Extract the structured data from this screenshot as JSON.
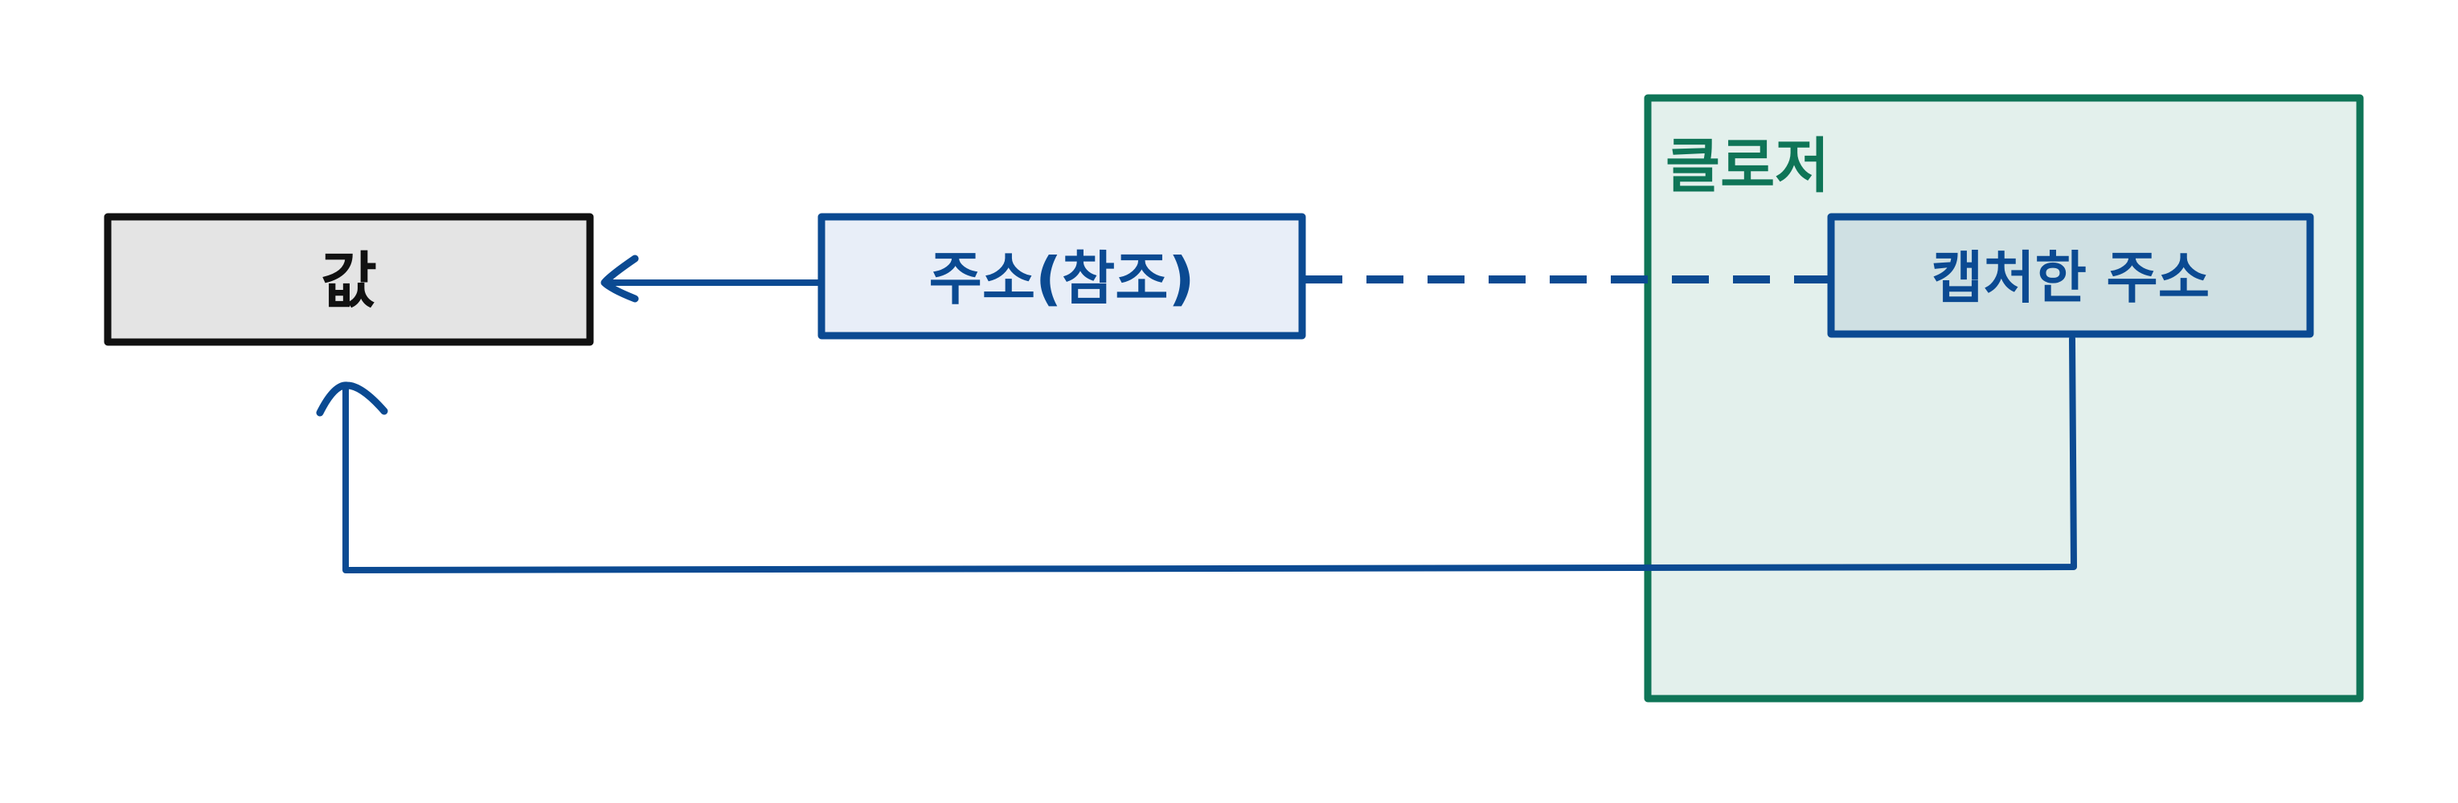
{
  "colors": {
    "background": "#ffffff",
    "value_stroke": "#111111",
    "value_fill": "#e4e4e4",
    "reference_stroke": "#0b4a92",
    "reference_fill": "#e8eef8",
    "closure_stroke": "#0f7557",
    "closure_fill": "#e3f0ec",
    "captured_fill": "#cfe0e3"
  },
  "nodes": {
    "value": {
      "label": "값"
    },
    "reference": {
      "label": "주소(참조)"
    },
    "closure": {
      "label": "클로저"
    },
    "captured": {
      "label": "캡처한 주소"
    }
  },
  "edges": [
    {
      "from": "reference",
      "to": "value",
      "style": "solid-arrow"
    },
    {
      "from": "reference",
      "to": "captured",
      "style": "dashed"
    },
    {
      "from": "captured",
      "to": "value",
      "style": "solid-arrow"
    }
  ]
}
